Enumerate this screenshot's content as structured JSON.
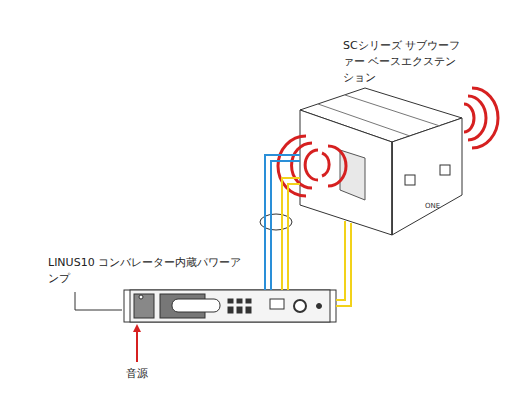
{
  "diagram": {
    "nodes": [
      {
        "text": [
          "SCシリーズ サブウーファー ベースエクステンション"
        ]
      },
      {
        "text": [
          "LINUS10 コンバレーター内蔵パワーアンプ"
        ]
      }
    ],
    "edges": [
      {
        "from": 1,
        "to": 0,
        "arrow": "none"
      }
    ],
    "labels": [
      "音源"
    ]
  }
}
